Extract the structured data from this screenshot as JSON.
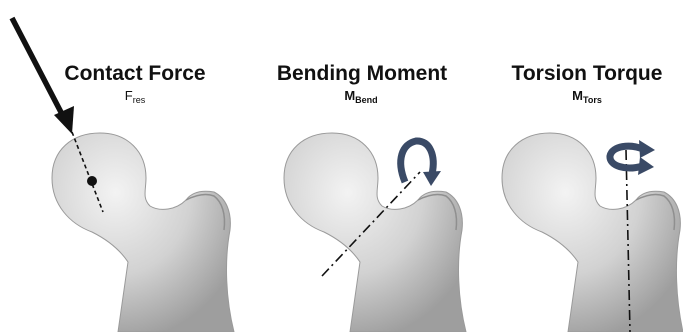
{
  "panels": [
    {
      "title": "Contact Force",
      "symbol_main": "F",
      "symbol_sub": "res"
    },
    {
      "title": "Bending Moment",
      "symbol_main": "M",
      "symbol_sub": "Bend"
    },
    {
      "title": "Torsion Torque",
      "symbol_main": "M",
      "symbol_sub": "Tors"
    }
  ],
  "colors": {
    "bone_fill": "#d6d6d6",
    "bone_shade": "#a9a9a9",
    "arrow_dark": "#111111",
    "moment_blue": "#3a4a66"
  },
  "icons": [
    "force-arrow",
    "curved-moment-arrow",
    "torsion-arrow"
  ]
}
